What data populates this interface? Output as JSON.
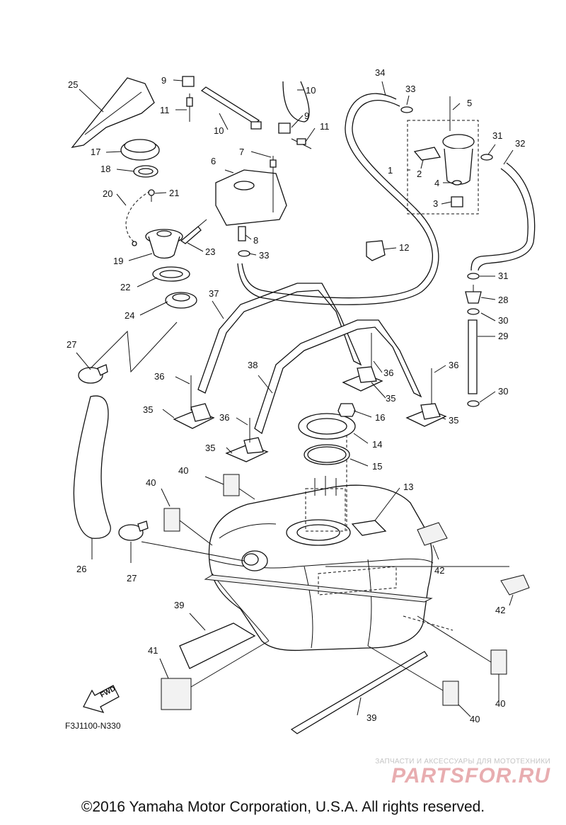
{
  "diagram": {
    "drawing_code": "F3J1100-N330",
    "fwd_label": "FWD",
    "callouts": [
      {
        "id": "c1",
        "text": "1"
      },
      {
        "id": "c2",
        "text": "2"
      },
      {
        "id": "c3",
        "text": "3"
      },
      {
        "id": "c4",
        "text": "4"
      },
      {
        "id": "c5",
        "text": "5"
      },
      {
        "id": "c6",
        "text": "6"
      },
      {
        "id": "c7",
        "text": "7"
      },
      {
        "id": "c8",
        "text": "8"
      },
      {
        "id": "c9a",
        "text": "9"
      },
      {
        "id": "c9b",
        "text": "9"
      },
      {
        "id": "c10a",
        "text": "10"
      },
      {
        "id": "c10b",
        "text": "10"
      },
      {
        "id": "c11a",
        "text": "11"
      },
      {
        "id": "c11b",
        "text": "11"
      },
      {
        "id": "c12",
        "text": "12"
      },
      {
        "id": "c13",
        "text": "13"
      },
      {
        "id": "c14",
        "text": "14"
      },
      {
        "id": "c15",
        "text": "15"
      },
      {
        "id": "c16",
        "text": "16"
      },
      {
        "id": "c17",
        "text": "17"
      },
      {
        "id": "c18",
        "text": "18"
      },
      {
        "id": "c19",
        "text": "19"
      },
      {
        "id": "c20",
        "text": "20"
      },
      {
        "id": "c21",
        "text": "21"
      },
      {
        "id": "c22",
        "text": "22"
      },
      {
        "id": "c23",
        "text": "23"
      },
      {
        "id": "c24",
        "text": "24"
      },
      {
        "id": "c25",
        "text": "25"
      },
      {
        "id": "c26",
        "text": "26"
      },
      {
        "id": "c27a",
        "text": "27"
      },
      {
        "id": "c27b",
        "text": "27"
      },
      {
        "id": "c28",
        "text": "28"
      },
      {
        "id": "c29",
        "text": "29"
      },
      {
        "id": "c30a",
        "text": "30"
      },
      {
        "id": "c30b",
        "text": "30"
      },
      {
        "id": "c31a",
        "text": "31"
      },
      {
        "id": "c31b",
        "text": "31"
      },
      {
        "id": "c32",
        "text": "32"
      },
      {
        "id": "c33a",
        "text": "33"
      },
      {
        "id": "c33b",
        "text": "33"
      },
      {
        "id": "c34",
        "text": "34"
      },
      {
        "id": "c35a",
        "text": "35"
      },
      {
        "id": "c35b",
        "text": "35"
      },
      {
        "id": "c35c",
        "text": "35"
      },
      {
        "id": "c35d",
        "text": "35"
      },
      {
        "id": "c36a",
        "text": "36"
      },
      {
        "id": "c36b",
        "text": "36"
      },
      {
        "id": "c36c",
        "text": "36"
      },
      {
        "id": "c36d",
        "text": "36"
      },
      {
        "id": "c37",
        "text": "37"
      },
      {
        "id": "c38",
        "text": "38"
      },
      {
        "id": "c39a",
        "text": "39"
      },
      {
        "id": "c39b",
        "text": "39"
      },
      {
        "id": "c40a",
        "text": "40"
      },
      {
        "id": "c40b",
        "text": "40"
      },
      {
        "id": "c40c",
        "text": "40"
      },
      {
        "id": "c40d",
        "text": "40"
      },
      {
        "id": "c41",
        "text": "41"
      },
      {
        "id": "c42a",
        "text": "42"
      },
      {
        "id": "c42b",
        "text": "42"
      }
    ]
  },
  "watermark": {
    "tagline": "ЗАПЧАСТИ И АКСЕССУАРЫ ДЛЯ МОТОТЕХНИКИ",
    "brand": "PARTSFOR.RU"
  },
  "footer": {
    "copyright": "©2016 Yamaha Motor Corporation, U.S.A. All rights reserved."
  }
}
